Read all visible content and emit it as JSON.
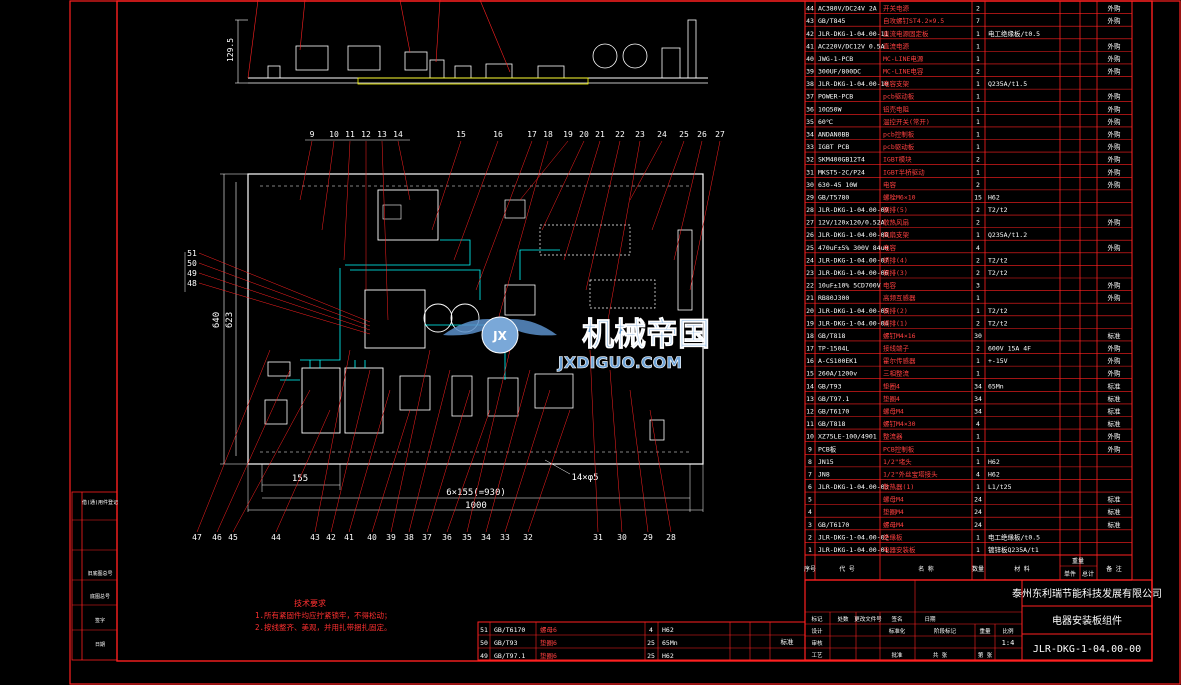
{
  "drawing": {
    "company": "泰州东利瑞节能科技发展有限公司",
    "title": "电器安装板组件",
    "code": "JLR-DKG-1-04.00-00",
    "scale": "1:4",
    "notes_title": "技术要求",
    "notes": [
      "1.所有紧固件均应拧紧锁牢，不得松动；",
      "2.按线整齐、美观，并用扎带捆扎固定。"
    ],
    "watermark_cn": "机械帝国",
    "watermark_en": "JXDIGUO.COM"
  },
  "dims": {
    "top_height": "129.5",
    "total_height": "640",
    "inner_height": "623",
    "left_width": "155",
    "spacing": "6×155(=930)",
    "total_width": "1000",
    "holes": "14×φ5"
  },
  "balloons_top": [
    "9",
    "10",
    "11",
    "12",
    "13",
    "14",
    "15",
    "16",
    "17",
    "18",
    "19",
    "20",
    "21",
    "22",
    "23",
    "24",
    "25",
    "26",
    "27"
  ],
  "balloons_left": [
    "51",
    "50",
    "49",
    "48"
  ],
  "balloons_bottom": [
    "47",
    "46",
    "45",
    "44",
    "43",
    "42",
    "41",
    "40",
    "39",
    "38",
    "37",
    "36",
    "35",
    "34",
    "33",
    "32",
    "31",
    "30",
    "29",
    "28"
  ],
  "left_strip": [
    "借(通)用件登记",
    "旧底图总号",
    "底图总号",
    "签字",
    "日期"
  ],
  "bom": [
    {
      "n": "44",
      "code": "AC380V/DC24V 2A",
      "name": "开关电源",
      "q": "2",
      "mat": "",
      "note": "外购"
    },
    {
      "n": "43",
      "code": "GB/T845",
      "name": "自攻螺钉ST4.2×9.5",
      "q": "7",
      "mat": "",
      "note": "外购"
    },
    {
      "n": "42",
      "code": "JLR-DKG-1-04.00-11",
      "name": "直流电源固定板",
      "q": "1",
      "mat": "电工绝缘板/t0.5",
      "note": ""
    },
    {
      "n": "41",
      "code": "AC220V/DC12V 0.5A",
      "name": "直流电源",
      "q": "1",
      "mat": "",
      "note": "外购"
    },
    {
      "n": "40",
      "code": "JWG-1-PCB",
      "name": "MC-LINE电源",
      "q": "1",
      "mat": "",
      "note": "外购"
    },
    {
      "n": "39",
      "code": "300UF/800DC",
      "name": "MC-LINE电容",
      "q": "2",
      "mat": "",
      "note": "外购"
    },
    {
      "n": "38",
      "code": "JLR-DKG-1-04.00-10",
      "name": "电容支架",
      "q": "1",
      "mat": "Q235A/t1.5",
      "note": ""
    },
    {
      "n": "37",
      "code": "POWER-PCB",
      "name": "pcb驱动板",
      "q": "1",
      "mat": "",
      "note": "外购"
    },
    {
      "n": "36",
      "code": "10Ω50W",
      "name": "铝壳电阻",
      "q": "1",
      "mat": "",
      "note": "外购"
    },
    {
      "n": "35",
      "code": "60℃",
      "name": "温控开关(常开)",
      "q": "1",
      "mat": "",
      "note": "外购"
    },
    {
      "n": "34",
      "code": "ANDAN0BB",
      "name": "pcb控制板",
      "q": "1",
      "mat": "",
      "note": "外购"
    },
    {
      "n": "33",
      "code": "IGBT PCB",
      "name": "pcb驱动板",
      "q": "1",
      "mat": "",
      "note": "外购"
    },
    {
      "n": "32",
      "code": "SKM400GB12T4",
      "name": "IGBT模块",
      "q": "2",
      "mat": "",
      "note": "外购"
    },
    {
      "n": "31",
      "code": "MKST5-2C/P24",
      "name": "IGBT半桥驱动",
      "q": "1",
      "mat": "",
      "note": "外购"
    },
    {
      "n": "30",
      "code": "630-45 10W",
      "name": "电容",
      "q": "2",
      "mat": "",
      "note": "外购"
    },
    {
      "n": "29",
      "code": "GB/T5780",
      "name": "螺栓M6×10",
      "q": "15",
      "mat": "H62",
      "note": ""
    },
    {
      "n": "28",
      "code": "JLR-DKG-1-04.00-09",
      "name": "铜排(5)",
      "q": "2",
      "mat": "T2/t2",
      "note": ""
    },
    {
      "n": "27",
      "code": "12V/120x120/0.52A",
      "name": "散热风扇",
      "q": "2",
      "mat": "",
      "note": "外购"
    },
    {
      "n": "26",
      "code": "JLR-DKG-1-04.00-08",
      "name": "风扇支架",
      "q": "1",
      "mat": "Q235A/t1.2",
      "note": ""
    },
    {
      "n": "25",
      "code": "470uF±5% 300V 84uH",
      "name": "电容",
      "q": "4",
      "mat": "",
      "note": "外购"
    },
    {
      "n": "24",
      "code": "JLR-DKG-1-04.00-07",
      "name": "铜排(4)",
      "q": "2",
      "mat": "T2/t2",
      "note": ""
    },
    {
      "n": "23",
      "code": "JLR-DKG-1-04.00-06",
      "name": "铜排(3)",
      "q": "2",
      "mat": "T2/t2",
      "note": ""
    },
    {
      "n": "22",
      "code": "10uF±10% 5CD700V",
      "name": "电容",
      "q": "3",
      "mat": "",
      "note": "外购"
    },
    {
      "n": "21",
      "code": "RB80J300",
      "name": "高频互感器",
      "q": "1",
      "mat": "",
      "note": "外购"
    },
    {
      "n": "20",
      "code": "JLR-DKG-1-04.00-05",
      "name": "铜排(2)",
      "q": "1",
      "mat": "T2/t2",
      "note": ""
    },
    {
      "n": "19",
      "code": "JLR-DKG-1-04.00-04",
      "name": "铜排(1)",
      "q": "2",
      "mat": "T2/t2",
      "note": ""
    },
    {
      "n": "18",
      "code": "GB/T818",
      "name": "螺钉M4×16",
      "q": "30",
      "mat": "",
      "note": "标准"
    },
    {
      "n": "17",
      "code": "TP-1504L",
      "name": "接线端子",
      "q": "2",
      "mat": "600V 15A 4F",
      "note": "外购"
    },
    {
      "n": "16",
      "code": "A-CS100EK1",
      "name": "霍尔传感器",
      "q": "1",
      "mat": "+-15V",
      "note": "外购"
    },
    {
      "n": "15",
      "code": "260A/1200v",
      "name": "三相整流",
      "q": "1",
      "mat": "",
      "note": "外购"
    },
    {
      "n": "14",
      "code": "GB/T93",
      "name": "垫圈4",
      "q": "34",
      "mat": "65Mn",
      "note": "标准"
    },
    {
      "n": "13",
      "code": "GB/T97.1",
      "name": "垫圈4",
      "q": "34",
      "mat": "",
      "note": "标准"
    },
    {
      "n": "12",
      "code": "GB/T6170",
      "name": "螺母M4",
      "q": "34",
      "mat": "",
      "note": "标准"
    },
    {
      "n": "11",
      "code": "GB/T818",
      "name": "螺钉M4×30",
      "q": "4",
      "mat": "",
      "note": "标准"
    },
    {
      "n": "10",
      "code": "XZ75LE-100/4901",
      "name": "整流器",
      "q": "1",
      "mat": "",
      "note": "外购"
    },
    {
      "n": "9",
      "code": "PCB板",
      "name": "PCB控制板",
      "q": "1",
      "mat": "",
      "note": "外购"
    },
    {
      "n": "8",
      "code": "JN15",
      "name": "1/2\"堵头",
      "q": "1",
      "mat": "H62",
      "note": ""
    },
    {
      "n": "7",
      "code": "JN8",
      "name": "1/2\"外丝宝塔接头",
      "q": "4",
      "mat": "H62",
      "note": ""
    },
    {
      "n": "6",
      "code": "JLR-DKG-1-04.00-03",
      "name": "散热器(1)",
      "q": "1",
      "mat": "L1/t25",
      "note": ""
    },
    {
      "n": "5",
      "code": "",
      "name": "螺母M4",
      "q": "24",
      "mat": "",
      "note": "标准"
    },
    {
      "n": "4",
      "code": "",
      "name": "垫圈M4",
      "q": "24",
      "mat": "",
      "note": "标准"
    },
    {
      "n": "3",
      "code": "GB/T6170",
      "name": "螺母M4",
      "q": "24",
      "mat": "",
      "note": "标准"
    },
    {
      "n": "2",
      "code": "JLR-DKG-1-04.00-02",
      "name": "绝缘板",
      "q": "1",
      "mat": "电工绝缘板/t0.5",
      "note": ""
    },
    {
      "n": "1",
      "code": "JLR-DKG-1-04.00-01",
      "name": "电器安装板",
      "q": "1",
      "mat": "镀锌板Q235A/t1",
      "note": ""
    }
  ],
  "bom_header": [
    "序号",
    "代 号",
    "名 称",
    "数量",
    "材 料",
    "单件",
    "总计",
    "备 注"
  ],
  "bom_header_extra": "重量",
  "bom_bottom": [
    {
      "n": "51",
      "code": "GB/T6170",
      "name": "螺母6",
      "q": "4",
      "mat": "H62"
    },
    {
      "n": "50",
      "code": "GB/T93",
      "name": "垫圈6",
      "q": "25",
      "mat": "65Mn"
    },
    {
      "n": "49",
      "code": "GB/T97.1",
      "name": "垫圈6",
      "q": "25",
      "mat": "H62"
    }
  ],
  "bom_bottom_note": "标准",
  "title_block_labels": [
    "标记",
    "处数",
    "更改文件号",
    "签名",
    "日期",
    "设计",
    "标准化",
    "阶段标记",
    "重量",
    "比例",
    "审核",
    "工艺",
    "批准",
    "共 张",
    "第 张"
  ]
}
